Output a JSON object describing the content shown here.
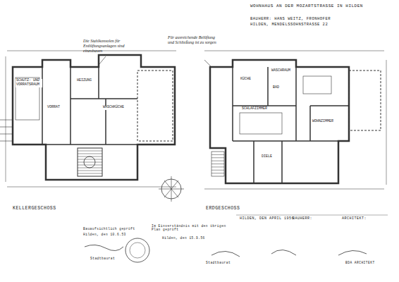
{
  "diagram": {
    "title": "WOHNHAUS AN DER MOZARTSTRASSE IN HILDEN",
    "labels": [
      "BAUHERR: HANS WEITZ, FRONHOFER",
      "HILDEN, MENDELSSOHNSTRASSE 22",
      "Die Stahlkonsolen für Entlüftungsanlagen sind einzubauen",
      "SCHUTZ- UND VORRATSRAUM",
      "HEIZUNG",
      "WASCHKÜCHE",
      "VORRAT",
      "KELLERGESCHOSS",
      "Für ausreichende Belüftung und Schließung ist zu sorgen",
      "WASCHRAUM",
      "KÜCHE",
      "BAD",
      "SCHLAFZIMMER",
      "WOHNZIMMER",
      "DIELE",
      "ERDGESCHOSS",
      "Bauaufsichtlich geprüft",
      "Hilden, den 10.6.53",
      "Stadtbaurat",
      "Im Einverständnis mit den übrigen Plan geprüft",
      "Hilden, den 15.9.56",
      "Stadtbaurat",
      "HILDEN, DEN APRIL 1956",
      "BAUHERR:",
      "ARCHITEKT:",
      "BDA ARCHITEKT"
    ]
  }
}
